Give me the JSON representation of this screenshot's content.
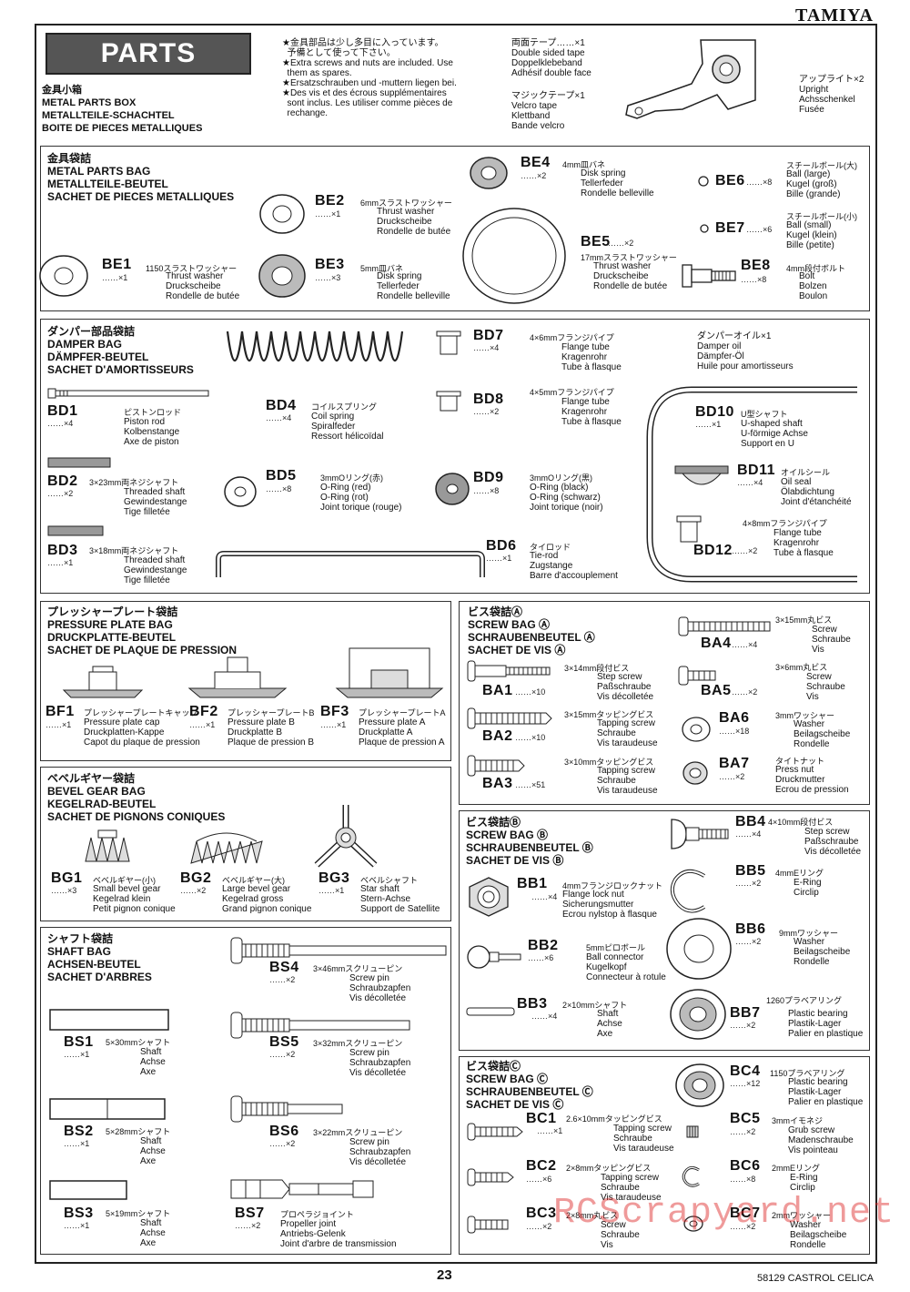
{
  "brand": "TAMIYA",
  "page_number": "23",
  "footer": "58129 CASTROL CELICA",
  "watermark": "RCScrapyard.net",
  "header": {
    "title": "PARTS",
    "notes": "★金具部品は少し多目に入っています。\n  予備として使って下さい。\n★Extra screws and nuts are included. Use\n  them as spares.\n★Ersatzschrauben und -muttern liegen bei.\n★Des vis et des écrous supplémentaires\n  sont inclus. Les utiliser comme pièces de\n  rechange.",
    "metal_box": "金具小箱\nMETAL PARTS BOX\nMETALLTEILE-SCHACHTEL\nBOITE DE PIECES METALLIQUES",
    "tape": "両面テープ……×1\nDouble sided tape\nDoppelklebeband\nAdhésif double face",
    "velcro": "マジックテープ×1\nVelcro tape\nKlettband\nBande velcro",
    "upright": "アップライト×2\nUpright\nAchsschenkel\nFusée"
  },
  "metal_bag": {
    "title": "金具袋詰\nMETAL PARTS BAG\nMETALLTEILE-BEUTEL\nSACHET DE PIECES METALLIQUES",
    "items": [
      {
        "code": "BE1",
        "qty": "……×1",
        "jp": "1150スラストワッシャー",
        "desc": "Thrust washer\nDruckscheibe\nRondelle de butée"
      },
      {
        "code": "BE2",
        "qty": "……×1",
        "jp": "6mmスラストワッシャー",
        "desc": "Thrust washer\nDruckscheibe\nRondelle de butée"
      },
      {
        "code": "BE3",
        "qty": "……×3",
        "jp": "5mm皿バネ",
        "desc": "Disk spring\nTellerfeder\nRondelle belleville"
      },
      {
        "code": "BE4",
        "qty": "……×2",
        "jp": "4mm皿バネ",
        "desc": "Disk spring\nTellerfeder\nRondelle belleville"
      },
      {
        "code": "BE5",
        "qty": "……×2",
        "jp": "17mmスラストワッシャー",
        "desc": "Thrust washer\nDruckscheibe\nRondelle de butée"
      },
      {
        "code": "BE6",
        "qty": "……×8",
        "jp": "スチールボール(大)",
        "desc": "Ball (large)\nKugel (groß)\nBille (grande)"
      },
      {
        "code": "BE7",
        "qty": "……×6",
        "jp": "スチールボール(小)",
        "desc": "Ball (small)\nKugel (klein)\nBille (petite)"
      },
      {
        "code": "BE8",
        "qty": "……×8",
        "jp": "4mm段付ボルト",
        "desc": "Bolt\nBolzen\nBoulon"
      }
    ]
  },
  "damper_bag": {
    "title": "ダンパー部品袋詰\nDAMPER BAG\nDÄMPFER-BEUTEL\nSACHET D'AMORTISSEURS",
    "items": [
      {
        "code": "BD1",
        "qty": "……×4",
        "jp": "ピストンロッド",
        "desc": "Piston rod\nKolbenstange\nAxe de piston"
      },
      {
        "code": "BD2",
        "qty": "……×2",
        "jp": "3×23mm両ネジシャフト",
        "desc": "Threaded shaft\nGewindestange\nTige filletée"
      },
      {
        "code": "BD3",
        "qty": "……×1",
        "jp": "3×18mm両ネジシャフト",
        "desc": "Threaded shaft\nGewindestange\nTige filletée"
      },
      {
        "code": "BD4",
        "qty": "……×4",
        "jp": "コイルスプリング",
        "desc": "Coil spring\nSpiralfeder\nRessort hélicoïdal"
      },
      {
        "code": "BD5",
        "qty": "……×8",
        "jp": "3mmOリング(赤)",
        "desc": "O-Ring (red)\nO-Ring (rot)\nJoint torique (rouge)"
      },
      {
        "code": "BD6",
        "qty": "……×1",
        "jp": "タイロッド",
        "desc": "Tie-rod\nZugstange\nBarre d'accouplement"
      },
      {
        "code": "BD7",
        "qty": "……×4",
        "jp": "4×6mmフランジパイプ",
        "desc": "Flange tube\nKragenrohr\nTube à flasque"
      },
      {
        "code": "BD8",
        "qty": "……×2",
        "jp": "4×5mmフランジパイプ",
        "desc": "Flange tube\nKragenrohr\nTube à flasque"
      },
      {
        "code": "BD9",
        "qty": "……×8",
        "jp": "3mmOリング(黒)",
        "desc": "O-Ring (black)\nO-Ring (schwarz)\nJoint torique (noir)"
      },
      {
        "code": "BD10",
        "qty": "……×1",
        "jp": "U型シャフト",
        "desc": "U-shaped shaft\nU-förmige Achse\nSupport en U"
      },
      {
        "code": "BD11",
        "qty": "……×4",
        "jp": "オイルシール",
        "desc": "Oil seal\nÖlabdichtung\nJoint d'étanchéité"
      },
      {
        "code": "BD12",
        "qty": "……×2",
        "jp": "4×8mmフランジパイプ",
        "desc": "Flange tube\nKragenrohr\nTube à flasque"
      }
    ],
    "oil": "ダンパーオイル×1\nDamper oil\nDämpfer-Öl\nHuile pour amortisseurs"
  },
  "pressure_bag": {
    "title": "プレッシャープレート袋詰\nPRESSURE PLATE BAG\nDRUCKPLATTE-BEUTEL\nSACHET DE PLAQUE DE PRESSION",
    "items": [
      {
        "code": "BF1",
        "qty": "……×1",
        "jp": "プレッシャープレートキャップ",
        "desc": "Pressure plate cap\nDruckplatten-Kappe\nCapot du plaque de pression"
      },
      {
        "code": "BF2",
        "qty": "……×1",
        "jp": "プレッシャープレートB",
        "desc": "Pressure plate B\nDruckplatte B\nPlaque de pression B"
      },
      {
        "code": "BF3",
        "qty": "……×1",
        "jp": "プレッシャープレートA",
        "desc": "Pressure plate A\nDruckplatte A\nPlaque de pression A"
      }
    ]
  },
  "bevel_bag": {
    "title": "ベベルギヤー袋詰\nBEVEL GEAR BAG\nKEGELRAD-BEUTEL\nSACHET DE PIGNONS CONIQUES",
    "items": [
      {
        "code": "BG1",
        "qty": "……×3",
        "jp": "ベベルギヤー(小)",
        "desc": "Small bevel gear\nKegelrad klein\nPetit pignon conique"
      },
      {
        "code": "BG2",
        "qty": "……×2",
        "jp": "ベベルギヤー(大)",
        "desc": "Large bevel gear\nKegelrad gross\nGrand pignon conique"
      },
      {
        "code": "BG3",
        "qty": "……×1",
        "jp": "ベベルシャフト",
        "desc": "Star shaft\nStern-Achse\nSupport de Satellite"
      }
    ]
  },
  "shaft_bag": {
    "title": "シャフト袋詰\nSHAFT BAG\nACHSEN-BEUTEL\nSACHET D'ARBRES",
    "items": [
      {
        "code": "BS1",
        "qty": "……×1",
        "jp": "5×30mmシャフト",
        "desc": "Shaft\nAchse\nAxe"
      },
      {
        "code": "BS2",
        "qty": "……×1",
        "jp": "5×28mmシャフト",
        "desc": "Shaft\nAchse\nAxe"
      },
      {
        "code": "BS3",
        "qty": "……×1",
        "jp": "5×19mmシャフト",
        "desc": "Shaft\nAchse\nAxe"
      },
      {
        "code": "BS4",
        "qty": "……×2",
        "jp": "3×46mmスクリューピン",
        "desc": "Screw pin\nSchraubzapfen\nVis décolletée"
      },
      {
        "code": "BS5",
        "qty": "……×2",
        "jp": "3×32mmスクリューピン",
        "desc": "Screw pin\nSchraubzapfen\nVis décolletée"
      },
      {
        "code": "BS6",
        "qty": "……×2",
        "jp": "3×22mmスクリューピン",
        "desc": "Screw pin\nSchraubzapfen\nVis décolletée"
      },
      {
        "code": "BS7",
        "qty": "……×2",
        "jp": "プロペラジョイント",
        "desc": "Propeller joint\nAntriebs-Gelenk\nJoint d'arbre de transmission"
      }
    ]
  },
  "screw_bag_a": {
    "title": "ビス袋詰Ⓐ\nSCREW BAG Ⓐ\nSCHRAUBENBEUTEL Ⓐ\nSACHET DE VIS Ⓐ",
    "items": [
      {
        "code": "BA1",
        "qty": "……×10",
        "jp": "3×14mm段付ビス",
        "desc": "Step screw\nPaßschraube\nVis décolletée"
      },
      {
        "code": "BA2",
        "qty": "……×10",
        "jp": "3×15mmタッピングビス",
        "desc": "Tapping screw\nSchraube\nVis taraudeuse"
      },
      {
        "code": "BA3",
        "qty": "……×51",
        "jp": "3×10mmタッピングビス",
        "desc": "Tapping screw\nSchraube\nVis taraudeuse"
      },
      {
        "code": "BA4",
        "qty": "……×4",
        "jp": "3×15mm丸ビス",
        "desc": "Screw\nSchraube\nVis"
      },
      {
        "code": "BA5",
        "qty": "……×2",
        "jp": "3×6mm丸ビス",
        "desc": "Screw\nSchraube\nVis"
      },
      {
        "code": "BA6",
        "qty": "……×18",
        "jp": "3mmワッシャー",
        "desc": "Washer\nBeilagscheibe\nRondelle"
      },
      {
        "code": "BA7",
        "qty": "……×2",
        "jp": "タイトナット",
        "desc": "Press nut\nDruckmutter\nEcrou de pression"
      }
    ]
  },
  "screw_bag_b": {
    "title": "ビス袋詰Ⓑ\nSCREW BAG Ⓑ\nSCHRAUBENBEUTEL Ⓑ\nSACHET DE VIS Ⓑ",
    "items": [
      {
        "code": "BB1",
        "qty": "……×4",
        "jp": "4mmフランジロックナット",
        "desc": "Flange lock nut\nSicherungsmutter\nEcrou nylstop à flasque"
      },
      {
        "code": "BB2",
        "qty": "……×6",
        "jp": "5mmピロボール",
        "desc": "Ball connector\nKugelkopf\nConnecteur à rotule"
      },
      {
        "code": "BB3",
        "qty": "……×4",
        "jp": "2×10mmシャフト",
        "desc": "Shaft\nAchse\nAxe"
      },
      {
        "code": "BB4",
        "qty": "……×4",
        "jp": "4×10mm段付ビス",
        "desc": "Step screw\nPaßschraube\nVis décolletée"
      },
      {
        "code": "BB5",
        "qty": "……×2",
        "jp": "4mmEリング",
        "desc": "E-Ring\nCirclip"
      },
      {
        "code": "BB6",
        "qty": "……×2",
        "jp": "9mmワッシャー",
        "desc": "Washer\nBeilagscheibe\nRondelle"
      },
      {
        "code": "BB7",
        "qty": "……×2",
        "jp": "1260プラベアリング",
        "desc": "Plastic bearing\nPlastik-Lager\nPalier en plastique"
      }
    ]
  },
  "screw_bag_c": {
    "title": "ビス袋詰Ⓒ\nSCREW BAG Ⓒ\nSCHRAUBENBEUTEL Ⓒ\nSACHET DE VIS Ⓒ",
    "items": [
      {
        "code": "BC1",
        "qty": "……×1",
        "jp": "2.6×10mmタッピングビス",
        "desc": "Tapping screw\nSchraube\nVis taraudeuse"
      },
      {
        "code": "BC2",
        "qty": "……×6",
        "jp": "2×8mmタッピングビス",
        "desc": "Tapping screw\nSchraube\nVis taraudeuse"
      },
      {
        "code": "BC3",
        "qty": "……×2",
        "jp": "2×8mm丸ビス",
        "desc": "Screw\nSchraube\nVis"
      },
      {
        "code": "BC4",
        "qty": "……×12",
        "jp": "1150プラベアリング",
        "desc": "Plastic bearing\nPlastik-Lager\nPalier en plastique"
      },
      {
        "code": "BC5",
        "qty": "……×2",
        "jp": "3mmイモネジ",
        "desc": "Grub screw\nMadenschraube\nVis pointeau"
      },
      {
        "code": "BC6",
        "qty": "……×8",
        "jp": "2mmEリング",
        "desc": "E-Ring\nCirclip"
      },
      {
        "code": "BC7",
        "qty": "……×2",
        "jp": "2mmワッシャー",
        "desc": "Washer\nBeilagscheibe\nRondelle"
      }
    ]
  }
}
